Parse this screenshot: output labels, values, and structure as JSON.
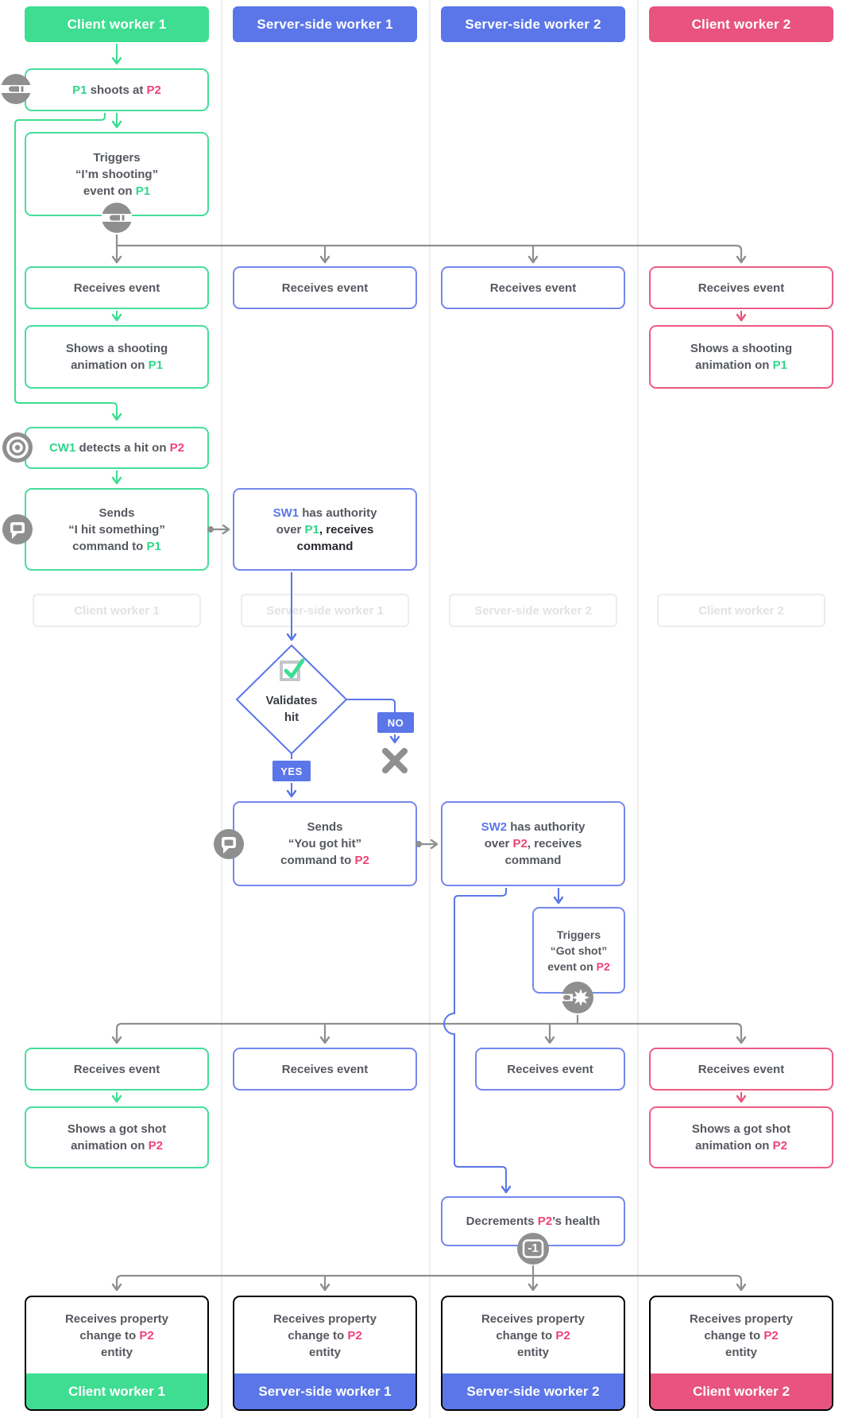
{
  "columns": [
    {
      "label": "Client worker 1",
      "color": "#3edd92"
    },
    {
      "label": "Server-side worker 1",
      "color": "#5b76e8"
    },
    {
      "label": "Server-side worker 2",
      "color": "#5b76e8"
    },
    {
      "label": "Client worker 2",
      "color": "#e8537f"
    }
  ],
  "palette": {
    "green": "#3edd92",
    "blue": "#5b76e8",
    "pink": "#e8537f",
    "gray_text": "#55585f",
    "dark_text": "#26282e",
    "line_gray": "#8f8f8f",
    "ghost_text": "#e2e2e2"
  },
  "badges": {
    "yes": "YES",
    "no": "NO"
  },
  "icon_labels": {
    "minus_one": "-1"
  },
  "icons": [
    "bullet-icon",
    "target-icon",
    "speech-bubble-icon",
    "checkbox-icon",
    "cross-icon",
    "impact-icon",
    "minus-one-icon"
  ],
  "nodes": {
    "p1_shoots": {
      "lines": [
        [
          {
            "t": "P1",
            "c": "green"
          },
          " shoots at ",
          {
            "t": "P2",
            "c": "pink"
          }
        ]
      ]
    },
    "triggers_im_shooting": {
      "lines": [
        [
          "Triggers"
        ],
        [
          "“I’m shooting”"
        ],
        [
          "event on ",
          {
            "t": "P1",
            "c": "green"
          }
        ]
      ]
    },
    "receives_event": "Receives event",
    "shows_shooting_animation": {
      "lines": [
        [
          "Shows a shooting"
        ],
        [
          "animation on ",
          {
            "t": "P1",
            "c": "green"
          }
        ]
      ]
    },
    "cw1_detects_hit": {
      "lines": [
        [
          {
            "t": "CW1",
            "c": "green"
          },
          " detects a hit on ",
          {
            "t": "P2",
            "c": "pink"
          }
        ]
      ]
    },
    "sends_i_hit_something": {
      "lines": [
        [
          "Sends"
        ],
        [
          "“I hit something”"
        ],
        [
          "command to ",
          {
            "t": "P1",
            "c": "green"
          }
        ]
      ]
    },
    "sw1_has_authority": {
      "lines": [
        [
          {
            "t": "SW1",
            "c": "blue"
          },
          " has authority"
        ],
        [
          "over ",
          {
            "t": "P1",
            "c": "green"
          },
          {
            "t": ", receives",
            "c": "dark"
          }
        ],
        [
          {
            "t": "command",
            "c": "dark"
          }
        ]
      ]
    },
    "validates_hit": {
      "lines": [
        [
          "Validates"
        ],
        [
          "hit"
        ]
      ]
    },
    "sends_you_got_hit": {
      "lines": [
        [
          "Sends"
        ],
        [
          "“You got hit”"
        ],
        [
          "command to ",
          {
            "t": "P2",
            "c": "pink"
          }
        ]
      ]
    },
    "sw2_has_authority": {
      "lines": [
        [
          {
            "t": "SW2",
            "c": "blue"
          },
          " has authority"
        ],
        [
          "over ",
          {
            "t": "P2",
            "c": "pink"
          },
          ", receives"
        ],
        [
          "command"
        ]
      ]
    },
    "triggers_got_shot": {
      "lines": [
        [
          "Triggers"
        ],
        [
          "“Got shot”"
        ],
        [
          "event on ",
          {
            "t": "P2",
            "c": "pink"
          }
        ]
      ]
    },
    "shows_got_shot": {
      "lines": [
        [
          "Shows a got shot"
        ],
        [
          "animation on ",
          {
            "t": "P2",
            "c": "pink"
          }
        ]
      ]
    },
    "decrements_health": {
      "lines": [
        [
          "Decrements ",
          {
            "t": "P2",
            "c": "pink"
          },
          "’s health"
        ]
      ]
    },
    "receives_property_change": {
      "lines": [
        [
          "Receives property"
        ],
        [
          "change to ",
          {
            "t": "P2",
            "c": "pink"
          }
        ],
        [
          "entity"
        ]
      ]
    }
  }
}
